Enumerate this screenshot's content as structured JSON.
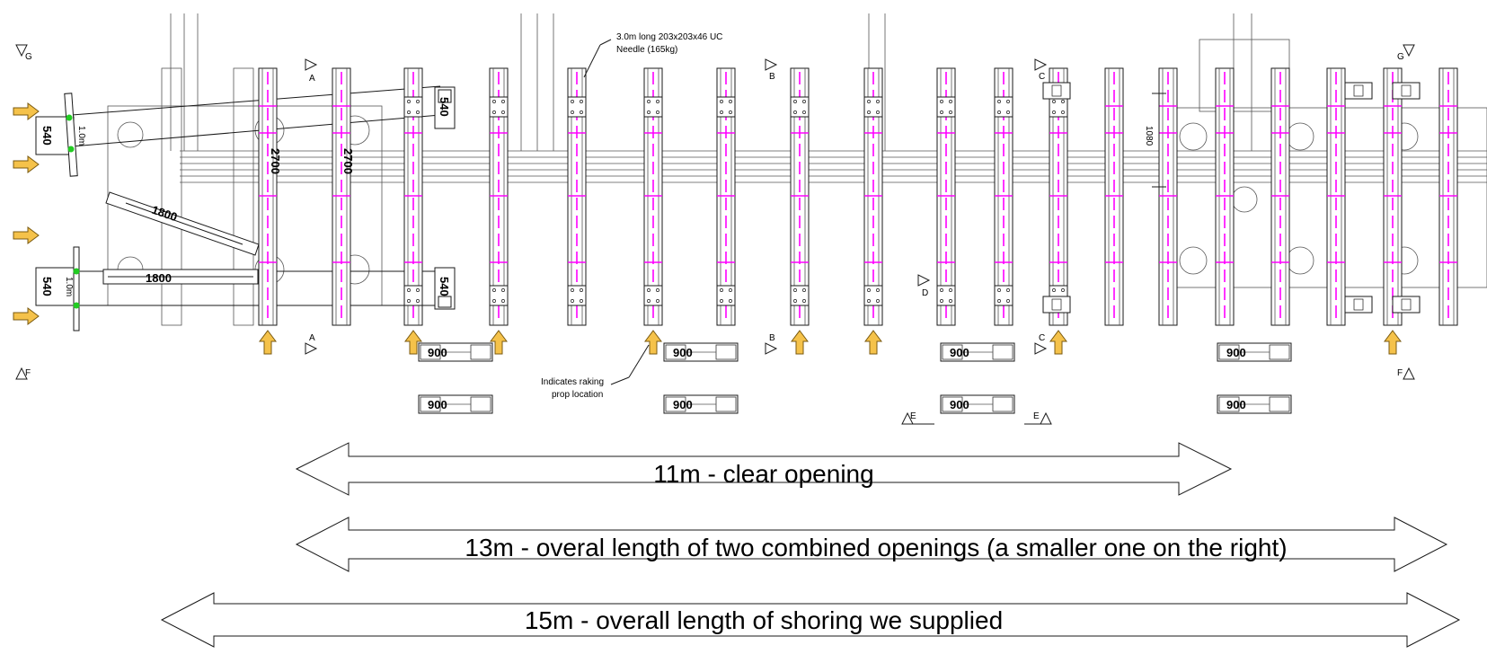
{
  "annotations": {
    "needle_note_line1": "3.0m long 203x203x46 UC",
    "needle_note_line2": "Needle (165kg)",
    "prop_note_line1": "Indicates raking",
    "prop_note_line2": "prop location"
  },
  "section_markers": {
    "A": "A",
    "B": "B",
    "C": "C",
    "D": "D",
    "E": "E",
    "F": "F",
    "G": "G"
  },
  "dimensions": {
    "d2700": "2700",
    "d1800": "1800",
    "d900": "900",
    "d540": "540",
    "d1080": "1080",
    "d10m": "1.0m"
  },
  "arrows": [
    {
      "label": "11m - clear opening"
    },
    {
      "label": "13m - overal length of two combined openings (a smaller one on the right)"
    },
    {
      "label": "15m - overall length of shoring we supplied"
    }
  ],
  "colors": {
    "centerline": "#ff00ff",
    "prop_arrow": "#f5c24a",
    "linework": "#1a1a1a",
    "node": "#22cc22"
  }
}
